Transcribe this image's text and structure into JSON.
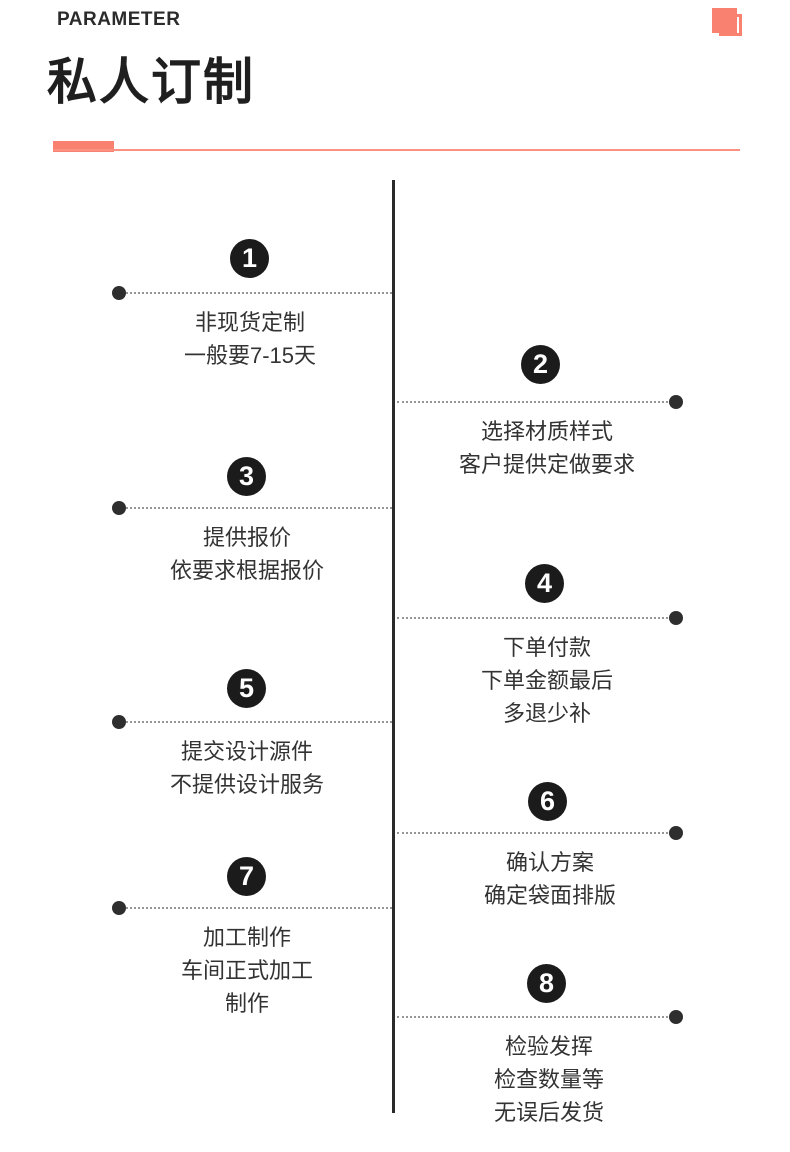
{
  "header": {
    "eyebrow": "PARAMETER",
    "title": "私人订制"
  },
  "colors": {
    "accent": "#f98170",
    "accent_light": "#fa9183",
    "badge": "#1b1b1b",
    "axis": "#2a2a2a",
    "connector": "#969696",
    "text": "#333333"
  },
  "icons": {
    "corner": "overlap-squares-icon"
  },
  "timeline": {
    "steps": [
      {
        "number": "1",
        "side": "left",
        "lines": [
          "非现货定制",
          "一般要7-15天"
        ]
      },
      {
        "number": "2",
        "side": "right",
        "lines": [
          "选择材质样式",
          "客户提供定做要求"
        ]
      },
      {
        "number": "3",
        "side": "left",
        "lines": [
          "提供报价",
          "依要求根据报价"
        ]
      },
      {
        "number": "4",
        "side": "right",
        "lines": [
          "下单付款",
          "下单金额最后",
          "多退少补"
        ]
      },
      {
        "number": "5",
        "side": "left",
        "lines": [
          "提交设计源件",
          "不提供设计服务"
        ]
      },
      {
        "number": "6",
        "side": "right",
        "lines": [
          "确认方案",
          "确定袋面排版"
        ]
      },
      {
        "number": "7",
        "side": "left",
        "lines": [
          "加工制作",
          "车间正式加工",
          "制作"
        ]
      },
      {
        "number": "8",
        "side": "right",
        "lines": [
          "检验发挥",
          "检查数量等",
          "无误后发货"
        ]
      }
    ]
  }
}
